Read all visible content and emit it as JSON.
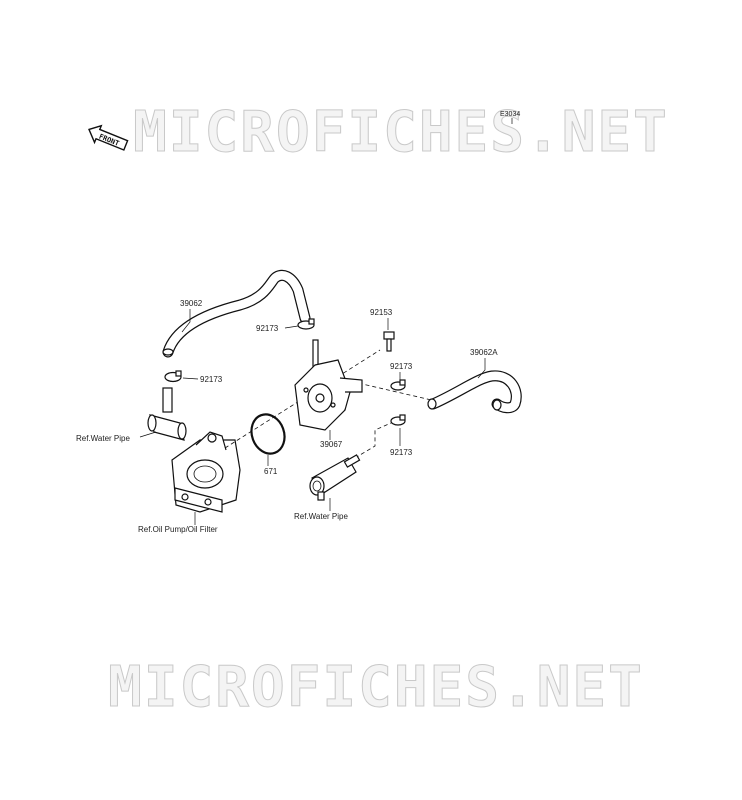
{
  "diagram_code": "E3034",
  "watermark_text": "MICROFICHES.NET",
  "front_marker": "FRONT",
  "labels": {
    "hose_left": "39062",
    "clamp_upper": "92173",
    "clamp_left": "92173",
    "bolt": "92153",
    "clamp_right_upper": "92173",
    "hose_right": "39062A",
    "clamp_right_lower": "92173",
    "oil_cooler": "39067",
    "o_ring": "671",
    "ref_water_pipe_left": "Ref.Water Pipe",
    "ref_water_pipe_right": "Ref.Water Pipe",
    "ref_oil_pump": "Ref.Oil Pump/Oil Filter"
  }
}
